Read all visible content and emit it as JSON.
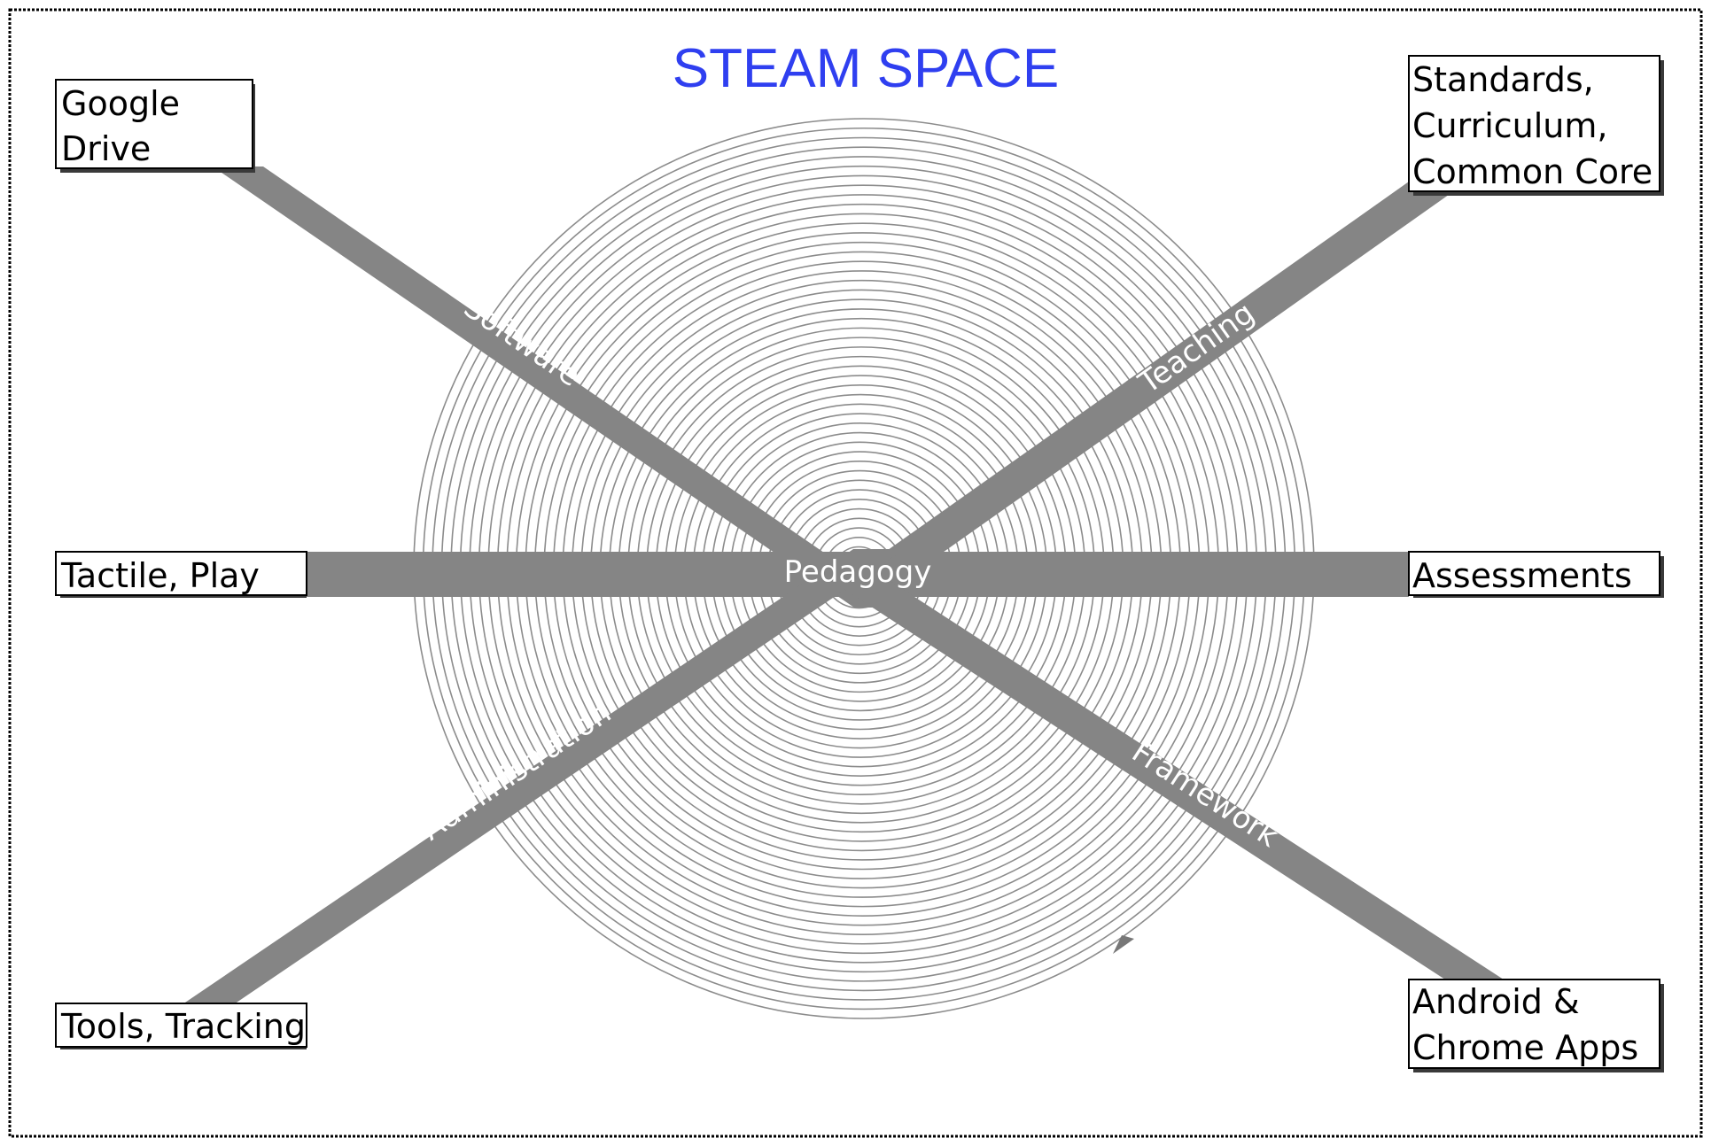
{
  "diagram": {
    "title": "STEAM SPACE",
    "hub": "Pedagogy",
    "spokes": {
      "software": "Software",
      "teaching": "Teaching",
      "administration": "Administration",
      "framework": "Framework"
    },
    "nodes": {
      "top_left": [
        "Google",
        "Drive"
      ],
      "top_right": [
        "Standards,",
        "Curriculum,",
        "Common Core"
      ],
      "middle_left": [
        "Tactile, Play"
      ],
      "middle_right": [
        "Assessments"
      ],
      "bottom_left": [
        "Tools, Tracking"
      ],
      "bottom_right": [
        "Android &",
        "Chrome Apps"
      ]
    },
    "colors": {
      "title": "#2f3ff0",
      "spoke": "#858585",
      "ring": "#8c8c8c"
    }
  }
}
